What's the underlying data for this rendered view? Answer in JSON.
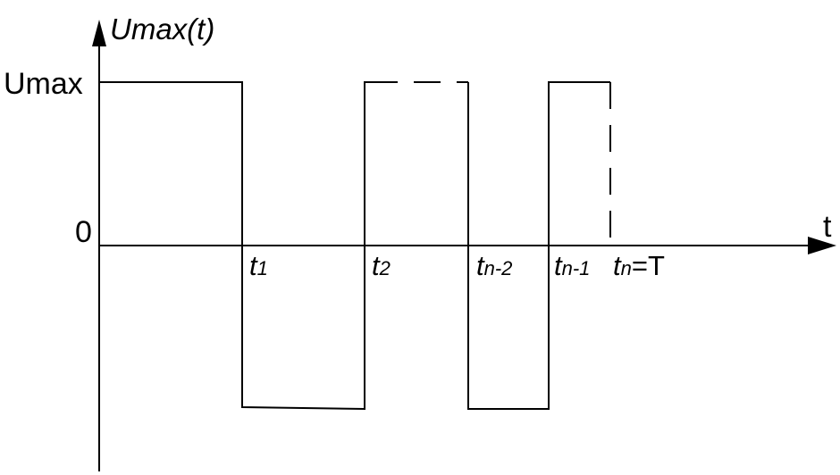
{
  "axes": {
    "y_label": "Umax(t)",
    "x_label": "t",
    "level_high": "Umax",
    "level_zero": "0"
  },
  "ticks": [
    {
      "base": "t",
      "sub": "1",
      "suffix": ""
    },
    {
      "base": "t",
      "sub": "2",
      "suffix": ""
    },
    {
      "base": "t",
      "sub": "n-2",
      "suffix": ""
    },
    {
      "base": "t",
      "sub": "n-1",
      "suffix": ""
    },
    {
      "base": "t",
      "sub": "n",
      "suffix": "=T"
    }
  ],
  "colors": {
    "stroke": "#000000",
    "background": "#ffffff"
  }
}
